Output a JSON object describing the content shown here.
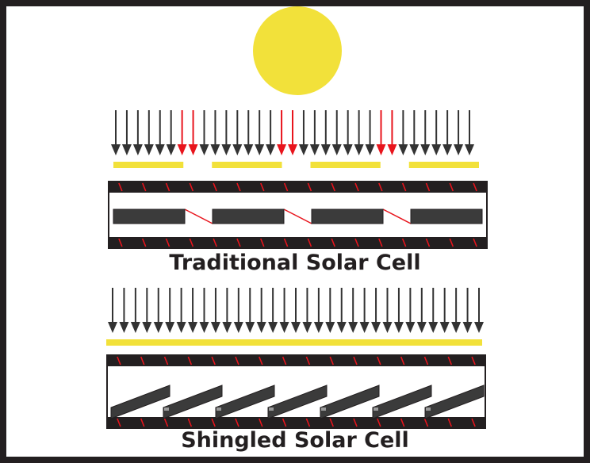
{
  "captions": {
    "traditional": "Traditional Solar Cell",
    "shingled": "Shingled Solar Cell"
  },
  "colors": {
    "frame": "#231f20",
    "sun": "#f2e13a",
    "arrow_normal": "#333333",
    "arrow_lost": "#e8141c",
    "absorber": "#f2e13a",
    "cell_fill": "#3b3b3b",
    "glass_band": "#231f20",
    "band_mark": "#e8141c",
    "interconnect": "#e8141c"
  },
  "icons": {
    "sun": "sun-icon",
    "incoming_light": "arrow-down-icon"
  },
  "diagrams": {
    "traditional": {
      "arrow_count": 33,
      "lost_arrow_indices": [
        6,
        7,
        15,
        16,
        24,
        25
      ],
      "absorber_segments": 4,
      "cell_count": 4
    },
    "shingled": {
      "arrow_count": 33,
      "lost_arrow_indices": [],
      "absorber_segments": 1,
      "cell_count": 7
    }
  }
}
